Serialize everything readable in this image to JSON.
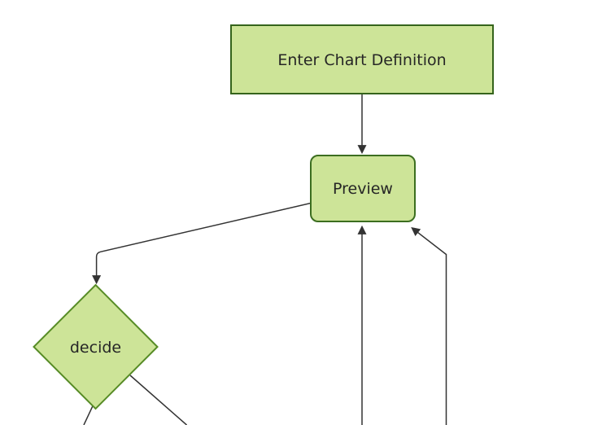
{
  "diagram": {
    "type": "flowchart",
    "direction": "top-down",
    "cropped": true,
    "colors": {
      "background": "#ffffff",
      "node_fill": "#cde498",
      "rect_node_stroke": "#35641c",
      "rounded_node_stroke": "#3c6e20",
      "diamond_node_stroke": "#578c26",
      "edge_color": "#333333",
      "arrowhead_color": "#333333",
      "label_color": "#262626"
    },
    "nodes": [
      {
        "id": "enter-chart-definition",
        "shape": "rectangle",
        "label": "Enter Chart Definition"
      },
      {
        "id": "preview",
        "shape": "rounded-rectangle",
        "label": "Preview"
      },
      {
        "id": "decide",
        "shape": "diamond",
        "label": "decide"
      }
    ],
    "edges": [
      {
        "from": "enter-chart-definition",
        "to": "preview",
        "style": "straight-arrow-down",
        "label": ""
      },
      {
        "from": "preview",
        "to": "decide",
        "style": "elbow-arrow-down-left",
        "label": ""
      },
      {
        "from": "offscreen-bottom",
        "to": "preview",
        "style": "straight-arrow-up",
        "label": ""
      },
      {
        "from": "offscreen-bottom-right",
        "to": "preview",
        "style": "elbow-arrow-up-left",
        "label": ""
      },
      {
        "from": "decide",
        "to": "offscreen-bottom-left",
        "style": "line-no-visible-arrow",
        "label": ""
      },
      {
        "from": "decide",
        "to": "offscreen-bottom-right",
        "style": "line-no-visible-arrow",
        "label": ""
      }
    ]
  }
}
